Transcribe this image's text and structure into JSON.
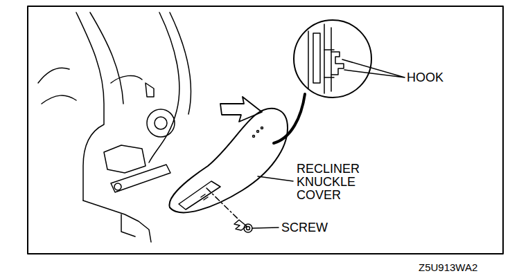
{
  "diagram": {
    "labels": [
      "HOOK",
      "RECLINER KNUCKLE COVER",
      "SCREW",
      "Z5U913WA2"
    ]
  }
}
